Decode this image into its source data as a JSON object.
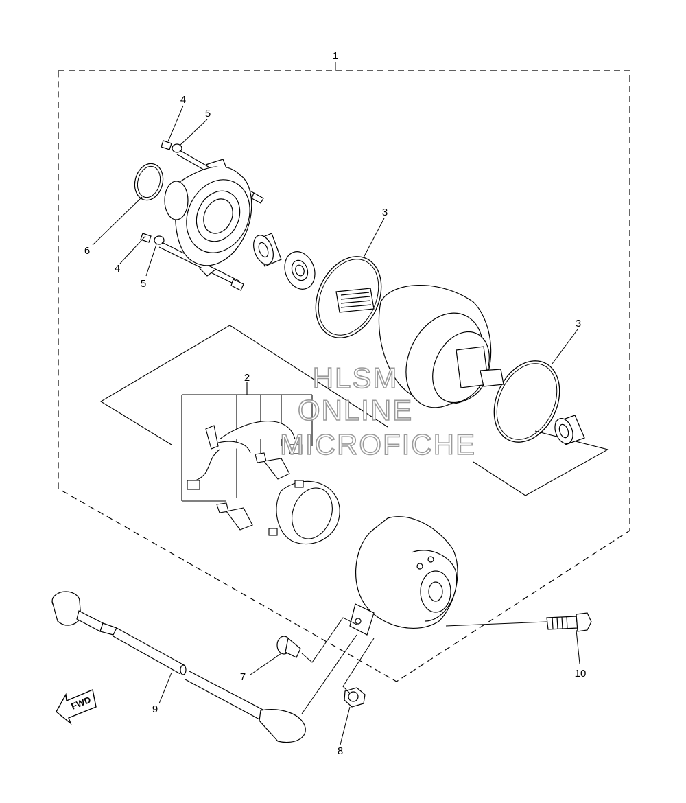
{
  "diagram": {
    "callouts": [
      {
        "id": "c1",
        "label": "1"
      },
      {
        "id": "c2",
        "label": "2"
      },
      {
        "id": "c3a",
        "label": "3"
      },
      {
        "id": "c3b",
        "label": "3"
      },
      {
        "id": "c4a",
        "label": "4"
      },
      {
        "id": "c4b",
        "label": "4"
      },
      {
        "id": "c5a",
        "label": "5"
      },
      {
        "id": "c5b",
        "label": "5"
      },
      {
        "id": "c6",
        "label": "6"
      },
      {
        "id": "c7",
        "label": "7"
      },
      {
        "id": "c8",
        "label": "8"
      },
      {
        "id": "c9",
        "label": "9"
      },
      {
        "id": "c10",
        "label": "10"
      }
    ],
    "watermark": {
      "line1": "HLSM",
      "line2": "ONLINE",
      "line3": "MICROFICHE"
    },
    "direction_arrow": {
      "label": "FWD"
    }
  }
}
